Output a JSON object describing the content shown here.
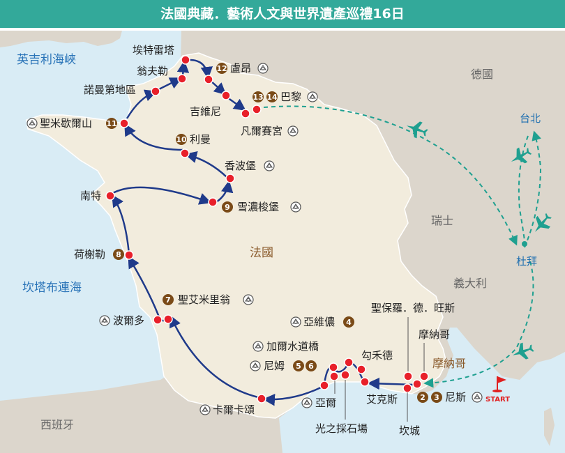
{
  "title": "法國典藏．藝術人文與世界遺產巡禮16日",
  "seas": {
    "channel": "英吉利海峽",
    "biscay": "坎塔布連海"
  },
  "countries": {
    "germany": "德國",
    "switzerland": "瑞士",
    "italy": "義大利",
    "spain": "西班牙",
    "monaco": "摩納哥",
    "france": "法國"
  },
  "hubs": {
    "taipei": "台北",
    "dubai": "杜拜"
  },
  "start_label": "START",
  "stops": [
    {
      "id": "etretat",
      "name": "埃特雷塔"
    },
    {
      "id": "honfleur",
      "name": "翁夫勒"
    },
    {
      "id": "normandy",
      "name": "諾曼第地區"
    },
    {
      "id": "rouen",
      "name": "盧昂",
      "days": [
        "12"
      ],
      "heritage": true
    },
    {
      "id": "giverny",
      "name": "吉維尼"
    },
    {
      "id": "paris",
      "name": "巴黎",
      "days": [
        "13",
        "14"
      ],
      "heritage": true
    },
    {
      "id": "fontainebleau",
      "name": "凡爾賽宮",
      "heritage": true
    },
    {
      "id": "mont-st-michel",
      "name": "聖米歇爾山",
      "days": [
        "11"
      ],
      "heritage": true
    },
    {
      "id": "rennes",
      "name": "利曼",
      "days": [
        "10"
      ]
    },
    {
      "id": "chambord",
      "name": "香波堡",
      "heritage": true
    },
    {
      "id": "chenonceau",
      "name": "雪濃梭堡",
      "days": [
        "9"
      ],
      "heritage": true
    },
    {
      "id": "nantes",
      "name": "南特"
    },
    {
      "id": "la-rochelle",
      "name": "荷榭勒",
      "days": [
        "8"
      ]
    },
    {
      "id": "st-emilion",
      "name": "聖艾米里翁",
      "days": [
        "7"
      ],
      "heritage": true
    },
    {
      "id": "bordeaux",
      "name": "波爾多",
      "heritage": true
    },
    {
      "id": "carcassonne",
      "name": "卡爾卡頌",
      "heritage": true
    },
    {
      "id": "avignon",
      "name": "亞維儂",
      "days": [
        "4"
      ],
      "heritage": true
    },
    {
      "id": "pont-du-gard",
      "name": "加爾水道橋",
      "heritage": true
    },
    {
      "id": "nimes",
      "name": "尼姆",
      "days": [
        "5",
        "6"
      ],
      "heritage": true
    },
    {
      "id": "gordes",
      "name": "勾禾德"
    },
    {
      "id": "arles",
      "name": "亞爾",
      "heritage": true
    },
    {
      "id": "baux",
      "name": "光之採石場"
    },
    {
      "id": "aix",
      "name": "艾克斯"
    },
    {
      "id": "st-paul",
      "name": "聖保羅．德．旺斯"
    },
    {
      "id": "monaco-city",
      "name": "摩納哥"
    },
    {
      "id": "cannes",
      "name": "坎城"
    },
    {
      "id": "nice",
      "name": "尼斯",
      "days": [
        "2",
        "3"
      ],
      "heritage": true
    }
  ],
  "colors": {
    "sea": "#d9ecf5",
    "land": "#dcd6cc",
    "france": "#f2ecdd",
    "route": "#1f3a8a",
    "flight": "#1fa090",
    "marker": "#e8202a",
    "badge": "#7a4a17",
    "title_bg": "#33a99a"
  }
}
